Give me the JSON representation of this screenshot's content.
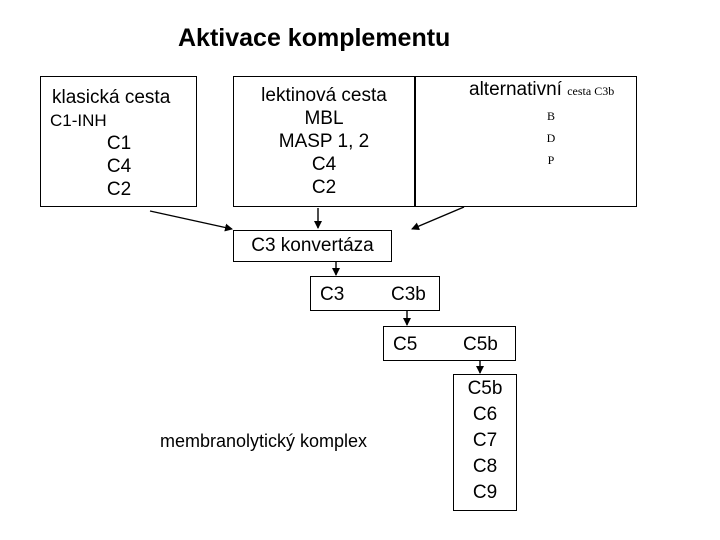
{
  "title": "Aktivace komplementu",
  "classical": {
    "heading": "klasická cesta",
    "inhibitor": "C1-INH",
    "items": [
      "C1",
      "C4",
      "C2"
    ]
  },
  "lectin": {
    "heading": "lektinová cesta",
    "items": [
      "MBL",
      "MASP 1, 2",
      "C4",
      "C2"
    ]
  },
  "alternative": {
    "heading": "alternativní",
    "heading_small": "cesta C3b",
    "items": [
      "B",
      "D",
      "P"
    ]
  },
  "convertase": {
    "label": "C3 konvertáza"
  },
  "c3_step": {
    "from": "C3",
    "to": "C3b"
  },
  "c5_step": {
    "from": "C5",
    "to": "C5b"
  },
  "mac": {
    "label": "membranolytický komplex",
    "items": [
      "C5b",
      "C6",
      "C7",
      "C8",
      "C9"
    ]
  }
}
